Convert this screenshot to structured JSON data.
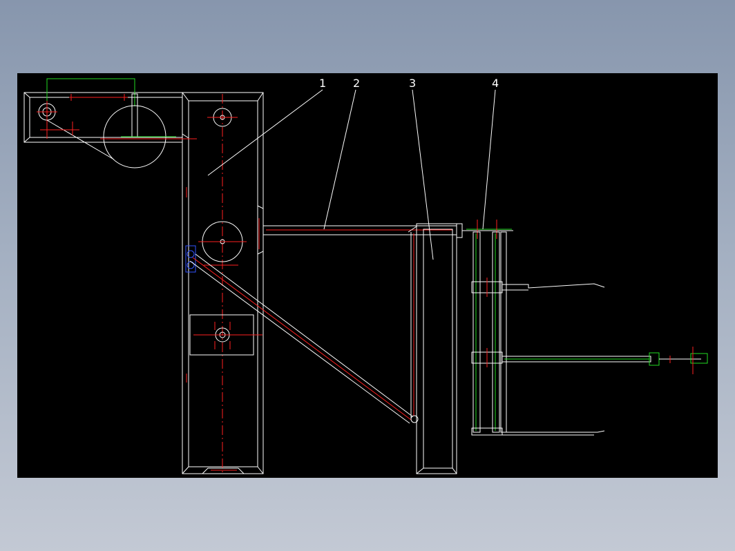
{
  "drawing": {
    "part_labels": [
      "1",
      "2",
      "3",
      "4"
    ],
    "colors": {
      "background": "#000000",
      "outline": "#ffffff",
      "centerline": "#ff2020",
      "detail": "#22dd22",
      "highlight": "#3355ff",
      "frame": "#8796ad"
    }
  }
}
